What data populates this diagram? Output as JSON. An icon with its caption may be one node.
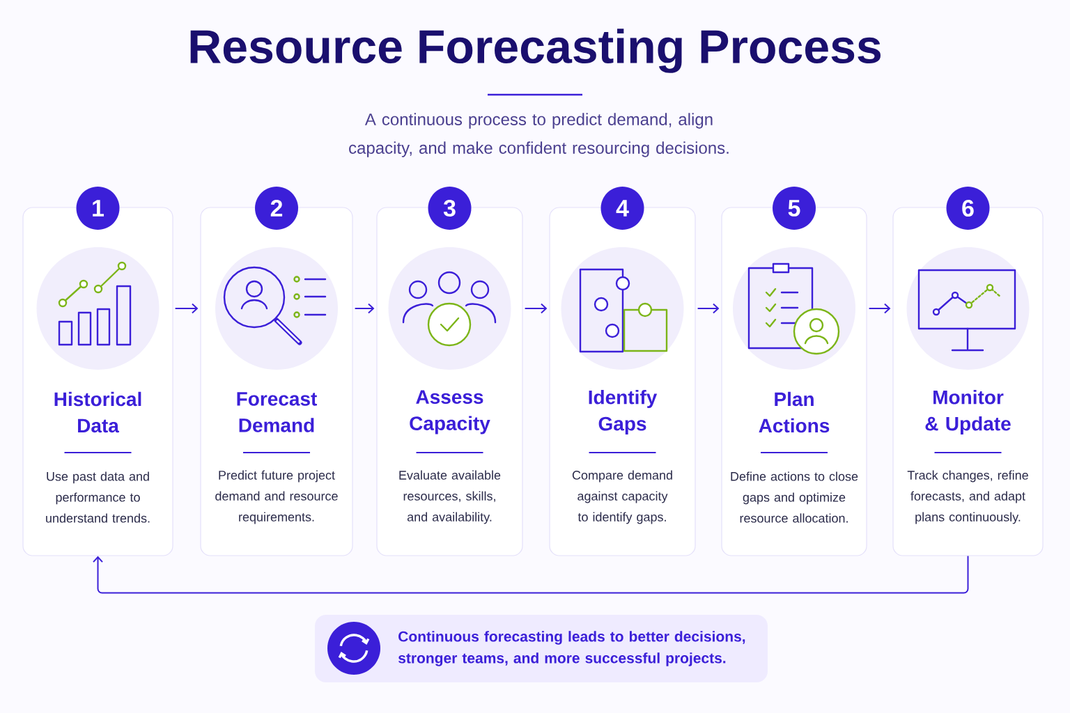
{
  "diagram": {
    "title": "Resource Forecasting Process",
    "nodes": [
      {
        "text": [
          "1",
          "Historical Data",
          "Use past data and performance to understand trends."
        ]
      },
      {
        "text": [
          "2",
          "Forecast Demand",
          "Predict future project demand and resource requirements."
        ]
      },
      {
        "text": [
          "3",
          "Assess Capacity",
          "Evaluate available resources, skills, and availability."
        ]
      },
      {
        "text": [
          "4",
          "Identify Gaps",
          "Compare demand against capacity to identify gaps."
        ]
      },
      {
        "text": [
          "5",
          "Plan Actions",
          "Define actions to close gaps and optimize resource allocation."
        ]
      },
      {
        "text": [
          "6",
          "Monitor & Update",
          "Track changes, refine forecasts, and adapt plans continuously."
        ]
      },
      {
        "text": [
          "Continuous forecasting leads to better decisions, stronger teams, and more successful projects."
        ]
      }
    ],
    "edges": [
      {
        "from": 0,
        "to": 1,
        "arrow": "to"
      },
      {
        "from": 1,
        "to": 2,
        "arrow": "to"
      },
      {
        "from": 2,
        "to": 3,
        "arrow": "to"
      },
      {
        "from": 3,
        "to": 4,
        "arrow": "to"
      },
      {
        "from": 4,
        "to": 5,
        "arrow": "to"
      },
      {
        "from": 5,
        "to": 0,
        "arrow": "to"
      }
    ],
    "labels": [
      "A continuous process to predict demand, align capacity, and make confident resourcing decisions."
    ]
  }
}
